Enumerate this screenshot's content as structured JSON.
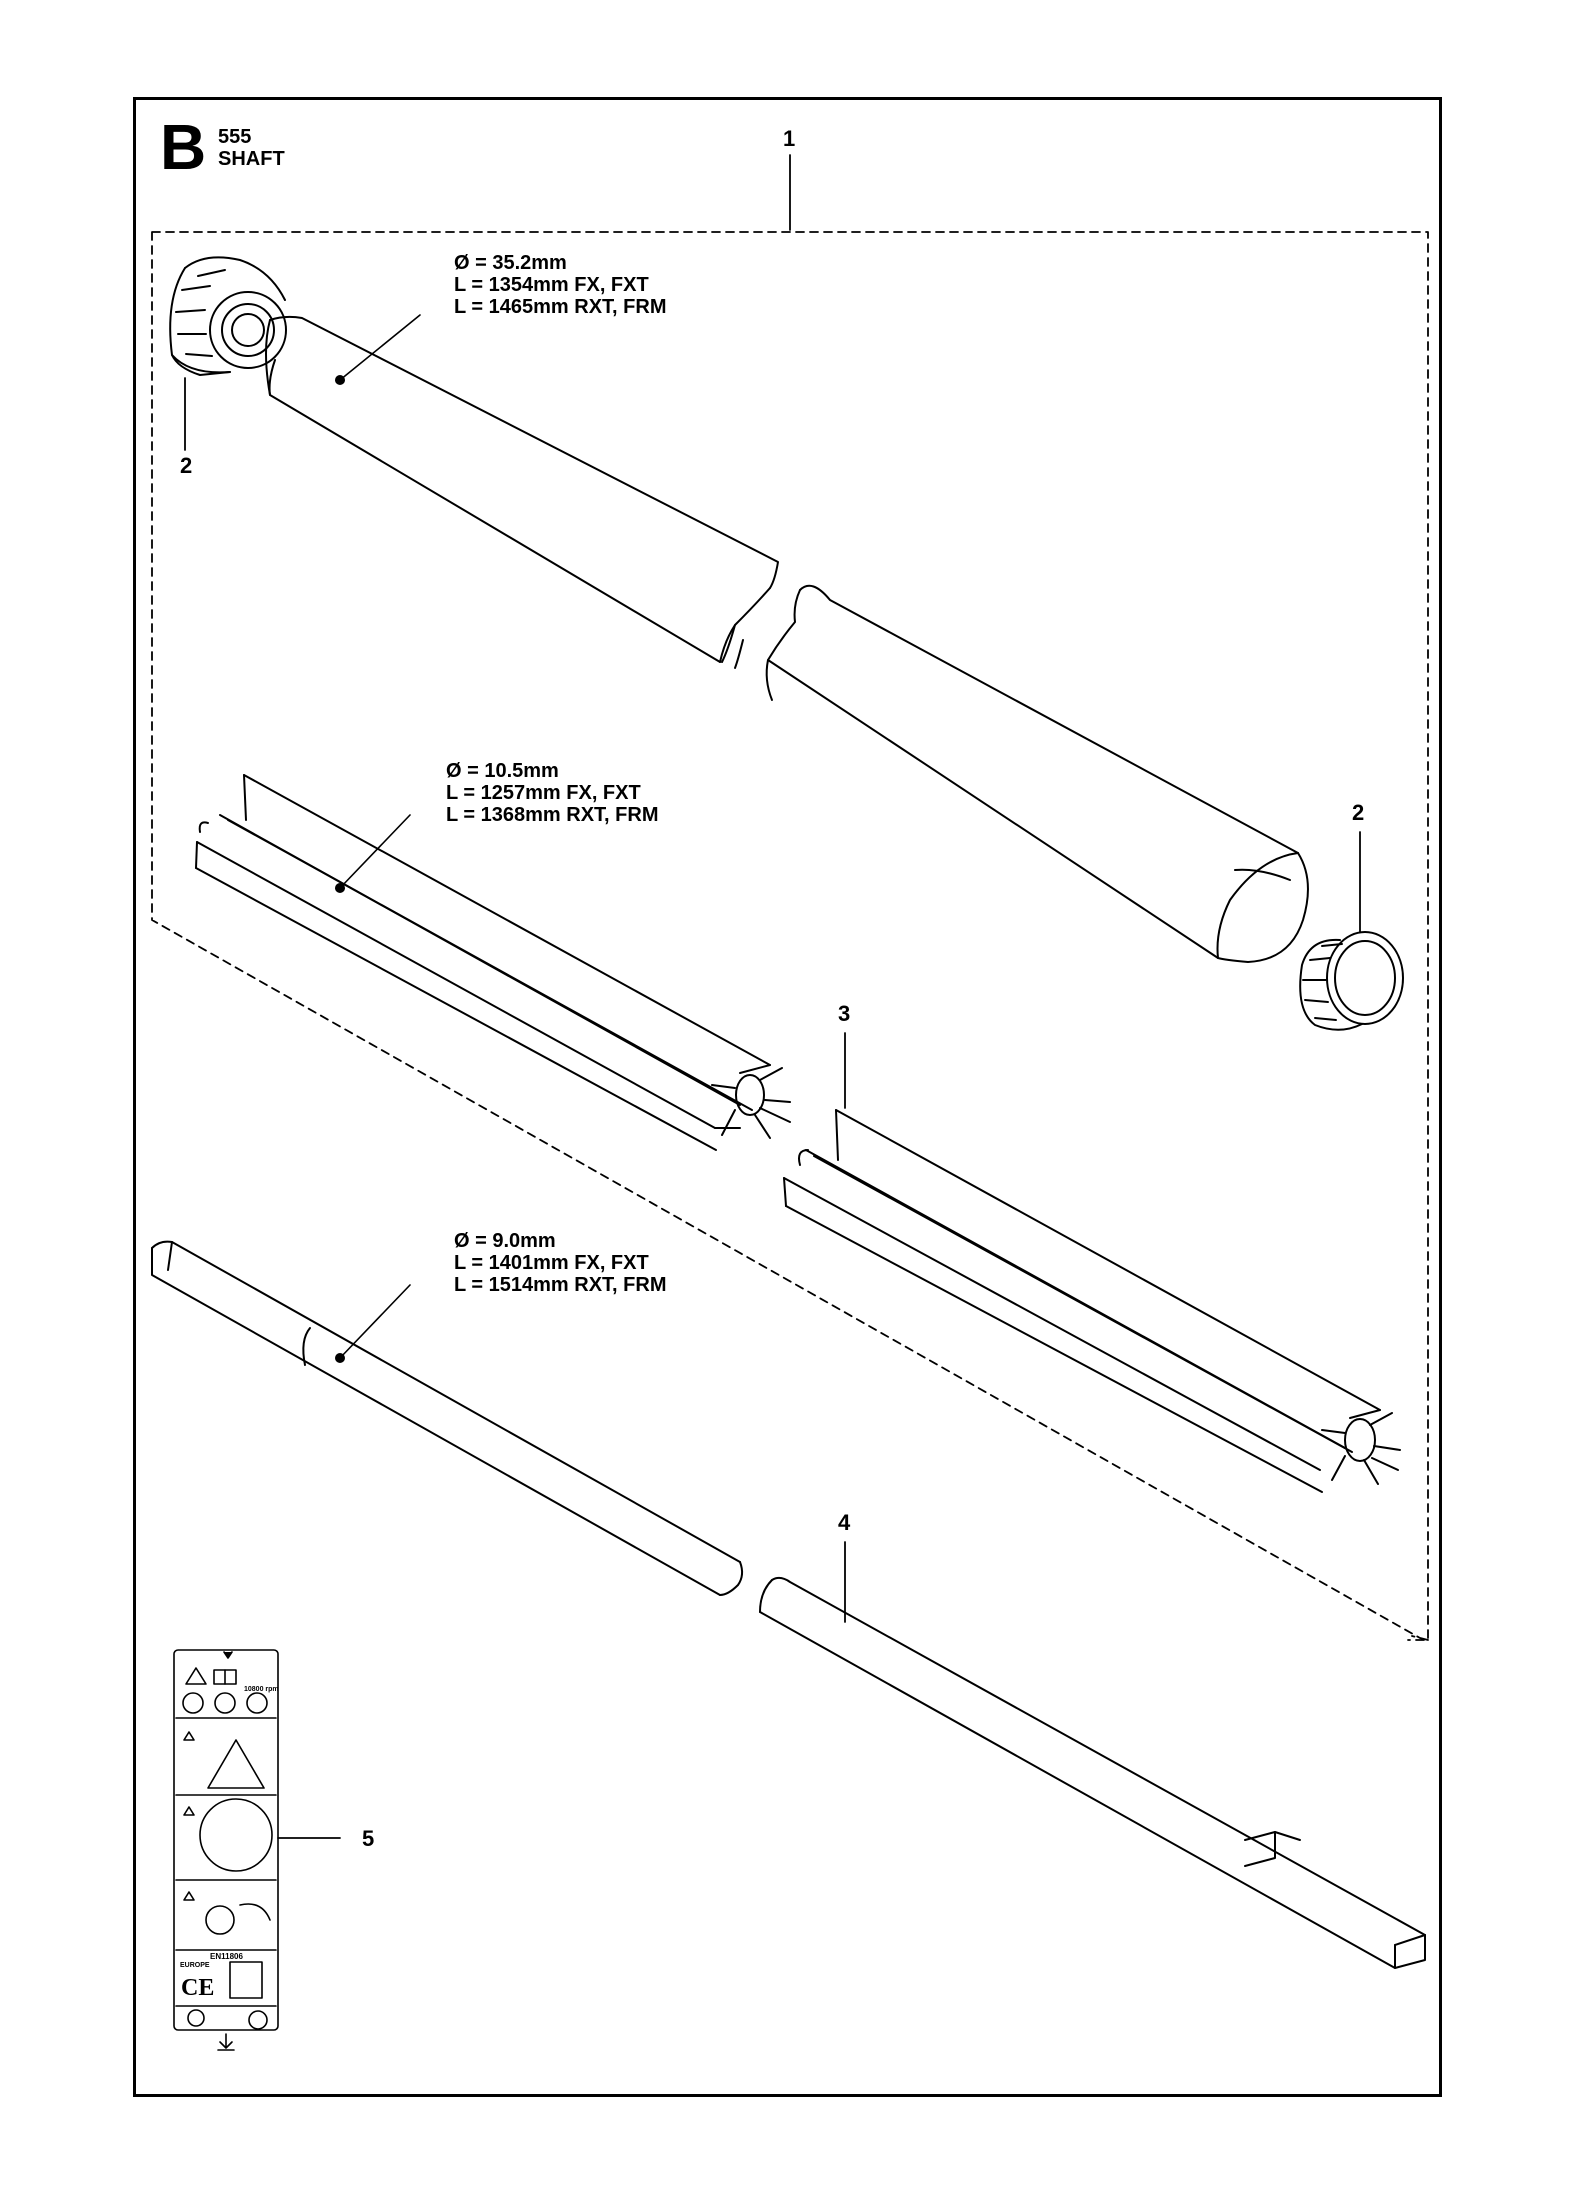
{
  "header": {
    "section_letter": "B",
    "model": "555",
    "title": "SHAFT"
  },
  "parts": [
    {
      "ref": "1",
      "name": "shaft-tube"
    },
    {
      "ref": "2",
      "name": "end-cap-top"
    },
    {
      "ref": "2",
      "name": "end-cap-bottom"
    },
    {
      "ref": "3",
      "name": "drive-shaft-liner"
    },
    {
      "ref": "4",
      "name": "drive-shaft"
    },
    {
      "ref": "5",
      "name": "decal"
    }
  ],
  "specs": {
    "tube": [
      "Ø = 35.2mm",
      "L = 1354mm FX, FXT",
      "L = 1465mm RXT, FRM"
    ],
    "liner": [
      "Ø = 10.5mm",
      "L = 1257mm FX, FXT",
      "L = 1368mm RXT, FRM"
    ],
    "shaft": [
      "Ø = 9.0mm",
      "L = 1401mm FX, FXT",
      "L = 1514mm RXT, FRM"
    ]
  },
  "decal": {
    "rpm_text": "10800 rpm",
    "standard": "EN11806",
    "region": "EUROPE",
    "ce_mark": "CE"
  },
  "icons": [
    "warning-triangle-icon",
    "manual-book-icon",
    "ce-mark-icon",
    "gost-mark-icon"
  ]
}
